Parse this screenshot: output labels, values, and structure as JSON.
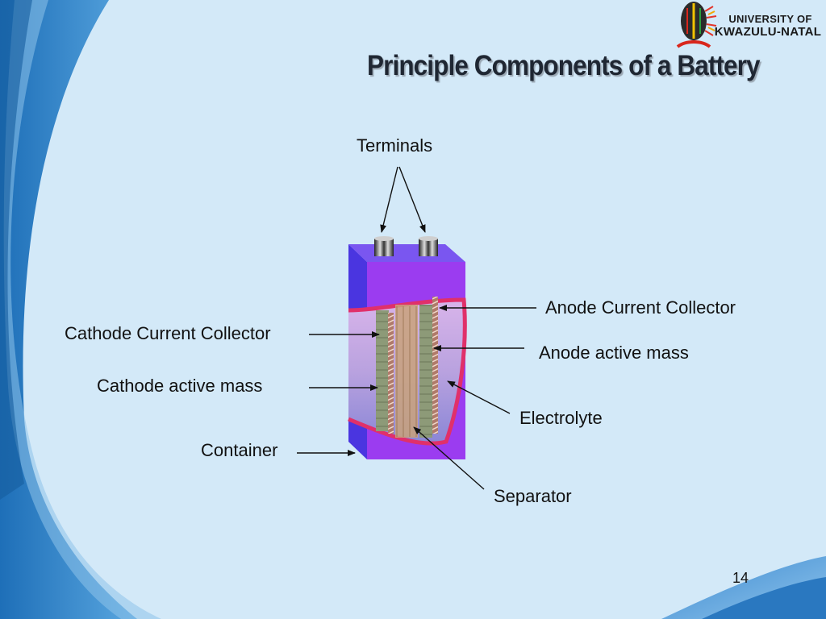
{
  "slide": {
    "title": "Principle Components of a Battery",
    "page_number": "14",
    "logo": {
      "line1": "UNIVERSITY OF",
      "line2": "KWAZULU-NATAL"
    }
  },
  "diagram": {
    "labels": {
      "terminals": "Terminals",
      "anode_current_collector": "Anode Current Collector",
      "cathode_current_collector": "Cathode Current Collector",
      "anode_active_mass": "Anode active mass",
      "cathode_active_mass": "Cathode active mass",
      "electrolyte": "Electrolyte",
      "container": "Container",
      "separator": "Separator"
    }
  },
  "colors": {
    "background": "#d3e9f8",
    "container_front": "#9b3cf0",
    "container_side": "#4a35e0",
    "container_top": "#7a56f0",
    "cutout_edge": "#e0306a"
  }
}
